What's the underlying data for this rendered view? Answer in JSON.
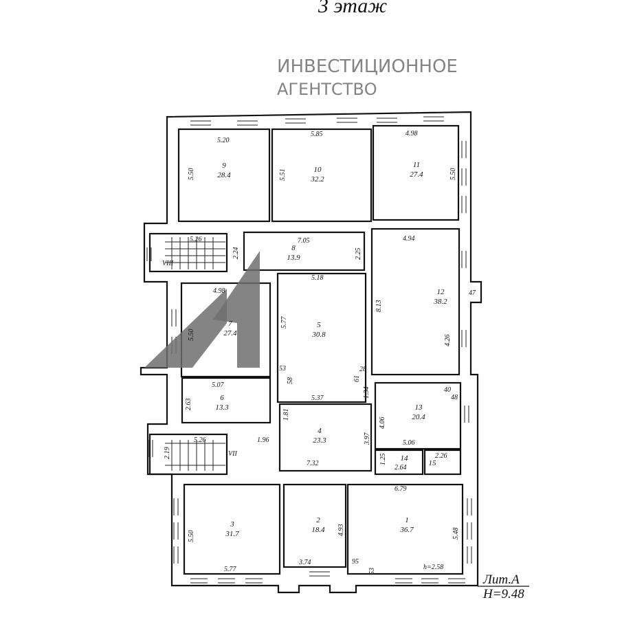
{
  "title": "3 этаж",
  "rooms": {
    "r1": {
      "num": "1",
      "area": "36.7"
    },
    "r2": {
      "num": "2",
      "area": "18.4"
    },
    "r3": {
      "num": "3",
      "area": "31.7"
    },
    "r4": {
      "num": "4",
      "area": "23.3"
    },
    "r5": {
      "num": "5",
      "area": "30.8"
    },
    "r6": {
      "num": "6",
      "area": "13.3"
    },
    "r7": {
      "num": "7",
      "area": "27.4"
    },
    "r8": {
      "num": "8",
      "area": "13.9"
    },
    "r9": {
      "num": "9",
      "area": "28.4"
    },
    "r10": {
      "num": "10",
      "area": "32.2"
    },
    "r11": {
      "num": "11",
      "area": "27.4"
    },
    "r12": {
      "num": "12",
      "area": "38.2"
    },
    "r13": {
      "num": "13",
      "area": "20.4"
    },
    "r14": {
      "num": "14"
    },
    "r15": {
      "num": "15"
    }
  },
  "stairs": {
    "s8": "VIII",
    "s7": "VII"
  },
  "dims": {
    "r9_w": "5.20",
    "r9_h": "5.50",
    "r10_w": "5.85",
    "r10_h": "5.51",
    "r11_w": "4.98",
    "r11_h": "5.50",
    "s8_w": "5.26",
    "s8_h": "2.24",
    "r8_w": "7.05",
    "r8_h": "2.25",
    "r12_w": "4.94",
    "r12_h": "8.13",
    "r12_a": "47",
    "r12_b": "4.26",
    "r7_w": "4.98",
    "r7_h": "5.50",
    "r5_w": "5.18",
    "r5_h": "5.77",
    "r5_a": "53",
    "r5_b": "58",
    "r5_c": "5.37",
    "r5_d": "28",
    "r5_e": "61",
    "r5_f": "1.34",
    "r6_w": "5.07",
    "r6_h": "2.63",
    "r4_a": "1.81",
    "r4_h": "3.97",
    "r4_b": "1.96",
    "r4_w": "7.32",
    "s7_w": "5.26",
    "s7_h": "2.19",
    "r13_a": "40",
    "r13_b": "48",
    "r13_h": "4.06",
    "r13_w": "5.06",
    "r14_h": "1.25",
    "r14_w": "2.64",
    "r15_w": "2.26",
    "r3_h": "5.50",
    "r3_w": "5.77",
    "r2_h": "4.93",
    "r2_w": "3.74",
    "r1_w": "6.79",
    "r1_h": "5.48",
    "r1_a": "95",
    "r1_b": "53",
    "r1_ceiling": "h=2.58"
  },
  "lit": {
    "label": "Лит.А",
    "height": "Н=9.48"
  },
  "watermark": {
    "line1": "ИНВЕСТИЦИОННОЕ",
    "line2": "АГЕНТСТВО"
  }
}
